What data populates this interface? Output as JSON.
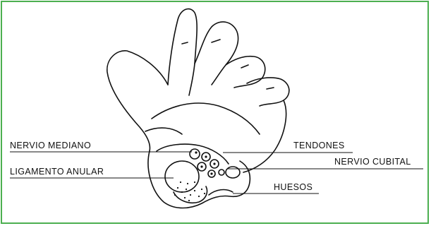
{
  "diagram": {
    "labels": {
      "nervio_mediano": "NERVIO MEDIANO",
      "ligamento_anular": "LIGAMENTO ANULAR",
      "tendones": "TENDONES",
      "nervio_cubital": "NERVIO CUBITAL",
      "huesos": "HUESOS"
    },
    "colors": {
      "frame": "#4caf50",
      "ink": "#111111"
    }
  }
}
